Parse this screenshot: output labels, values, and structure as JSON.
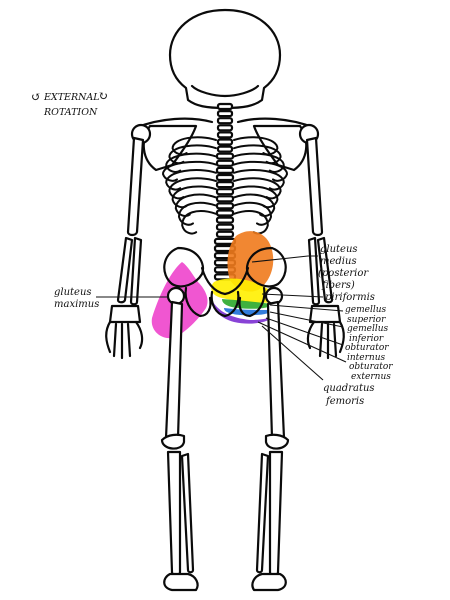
{
  "title": "EXTERNAL ROTATION",
  "title_lines": [
    "EXTERNAL",
    "ROTATION"
  ],
  "title_arrow_left": "↺",
  "title_arrow_right": "↻",
  "colors": {
    "gluteus_maximus": "#ee44cc",
    "gluteus_medius": "#f07a1c",
    "piriformis": "#fff000",
    "gemellus_superior": "#2aa82a",
    "gemellus_inferior": "#1d6fd8",
    "obturator_internus": "#7b2fd1",
    "outline": "#0b0b0b"
  },
  "labels": {
    "gluteus_maximus": [
      "gluteus",
      "maximus"
    ],
    "gluteus_medius": [
      "gluteus",
      "medius",
      "(posterior",
      "fibers)"
    ],
    "piriformis": [
      "piriformis"
    ],
    "gemellus_superior": [
      "gemellus",
      "superior"
    ],
    "gemellus_inferior": [
      "gemellus",
      "inferior"
    ],
    "obturator_internus": [
      "obturator",
      "internus"
    ],
    "obturator_externus": [
      "obturator",
      "externus"
    ],
    "quadratus_femoris": [
      "quadratus",
      "femoris"
    ]
  }
}
